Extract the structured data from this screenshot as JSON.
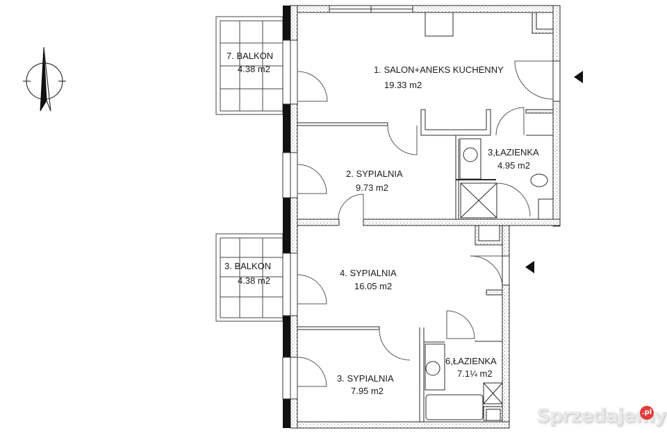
{
  "plan": {
    "rooms": [
      {
        "id": "salon",
        "name": "1. SALON+ANEKS KUCHENNY",
        "area": "19.33 m2"
      },
      {
        "id": "sypialnia2",
        "name": "2. SYPIALNIA",
        "area": "9.73 m2"
      },
      {
        "id": "lazienka3",
        "name": "3,ŁAZIENKA",
        "area": "4.95 m2"
      },
      {
        "id": "sypialnia4",
        "name": "4. SYPIALNIA",
        "area": "16.05 m2"
      },
      {
        "id": "sypialnia3",
        "name": "3. SYPIALNIA",
        "area": "7.95 m2"
      },
      {
        "id": "lazienka6",
        "name": "6,ŁAZIENKA",
        "area": "7.1¼ m2"
      },
      {
        "id": "balkon7",
        "name": "7. BALKON",
        "area": "4.38 m2"
      },
      {
        "id": "balkon3",
        "name": "3. BALKON",
        "area": "4.38 m2"
      }
    ],
    "entrance_markers": [
      "entrance-arrow-upper",
      "entrance-arrow-lower"
    ],
    "compass": "north-arrow-icon",
    "colors": {
      "wall_fill": "#ffffff",
      "wall_dots": "#9a9a9a",
      "line": "#2a2a2a",
      "facade": "#111111"
    }
  },
  "watermark": {
    "text": "Sprzedajemy",
    "badge": ".pl",
    "badge_color": "#e23c3c"
  }
}
